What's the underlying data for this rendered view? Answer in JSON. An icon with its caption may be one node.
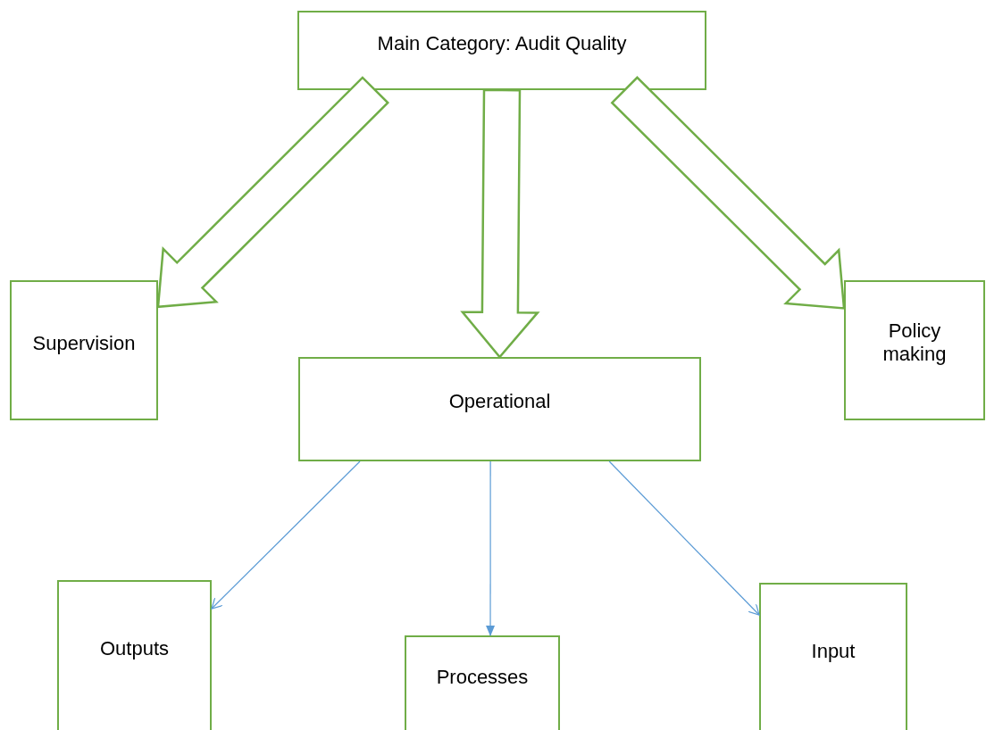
{
  "diagram": {
    "nodes": [
      {
        "text": [
          "Main Category: Audit Quality"
        ]
      },
      {
        "text": [
          "Supervision"
        ]
      },
      {
        "text": [
          "Operational"
        ]
      },
      {
        "text": [
          "Policy making"
        ]
      },
      {
        "text": [
          "Outputs"
        ]
      },
      {
        "text": [
          "Processes"
        ]
      },
      {
        "text": [
          "Input"
        ]
      }
    ],
    "edges": [
      {
        "from": 0,
        "to": 1,
        "arrow": "to",
        "style": "thick",
        "color": "#70ad47"
      },
      {
        "from": 0,
        "to": 2,
        "arrow": "to",
        "style": "thick",
        "color": "#70ad47"
      },
      {
        "from": 0,
        "to": 3,
        "arrow": "to",
        "style": "thick",
        "color": "#70ad47"
      },
      {
        "from": 2,
        "to": 4,
        "arrow": "to",
        "color": "#5b9bd5"
      },
      {
        "from": 2,
        "to": 5,
        "arrow": "to",
        "color": "#5b9bd5"
      },
      {
        "from": 2,
        "to": 6,
        "arrow": "to",
        "color": "#5b9bd5"
      }
    ]
  }
}
